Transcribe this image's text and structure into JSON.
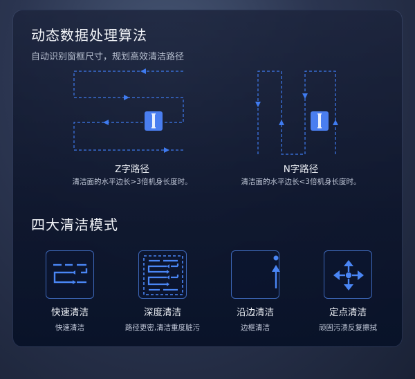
{
  "section1": {
    "title": "动态数据处理算法",
    "subtitle": "自动识别窗框尺寸，规划高效清洁路径"
  },
  "paths": [
    {
      "title": "Z字路径",
      "desc": "清洁面的水平边长>3倍机身长度时。"
    },
    {
      "title": "N字路径",
      "desc": "清洁面的水平边长<3倍机身长度时。"
    }
  ],
  "section2": {
    "title": "四大清洁模式"
  },
  "modes": [
    {
      "name": "快速清洁",
      "desc": "快速清洁",
      "icon": "quick-clean-icon"
    },
    {
      "name": "深度清洁",
      "desc": "路径更密,清洁重度脏污",
      "icon": "deep-clean-icon"
    },
    {
      "name": "沿边清洁",
      "desc": "边框清洁",
      "icon": "edge-clean-icon"
    },
    {
      "name": "定点清洁",
      "desc": "顽固污渍反复擦拭",
      "icon": "spot-clean-icon"
    }
  ],
  "colors": {
    "accent": "#3f7bf0",
    "robot": "#4a7ef0"
  }
}
